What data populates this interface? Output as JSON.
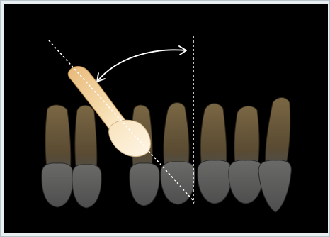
{
  "figure": {
    "background": "#000000",
    "frame_color": "#b8c4cc",
    "colors": {
      "root": "#6b5a3c",
      "root_dark": "#4a3e2a",
      "crown": "#5d5d5d",
      "highlight_tooth": "#f3d7a6",
      "highlight_tooth_light": "#fff1d8",
      "guide_line": "#ffffff",
      "arrow": "#ffffff"
    },
    "elements": {
      "teeth": [
        "molar-left",
        "premolar-left",
        "lateral-incisor-right",
        "central-incisor-right",
        "lateral-incisor-far-right",
        "canine-right",
        "premolar-right"
      ],
      "highlighted_tooth": "tilted-incisor",
      "guide_lines": [
        "tooth-long-axis",
        "vertical-reference-line"
      ],
      "angle_indicator": "double-headed-curved-arrow"
    }
  }
}
